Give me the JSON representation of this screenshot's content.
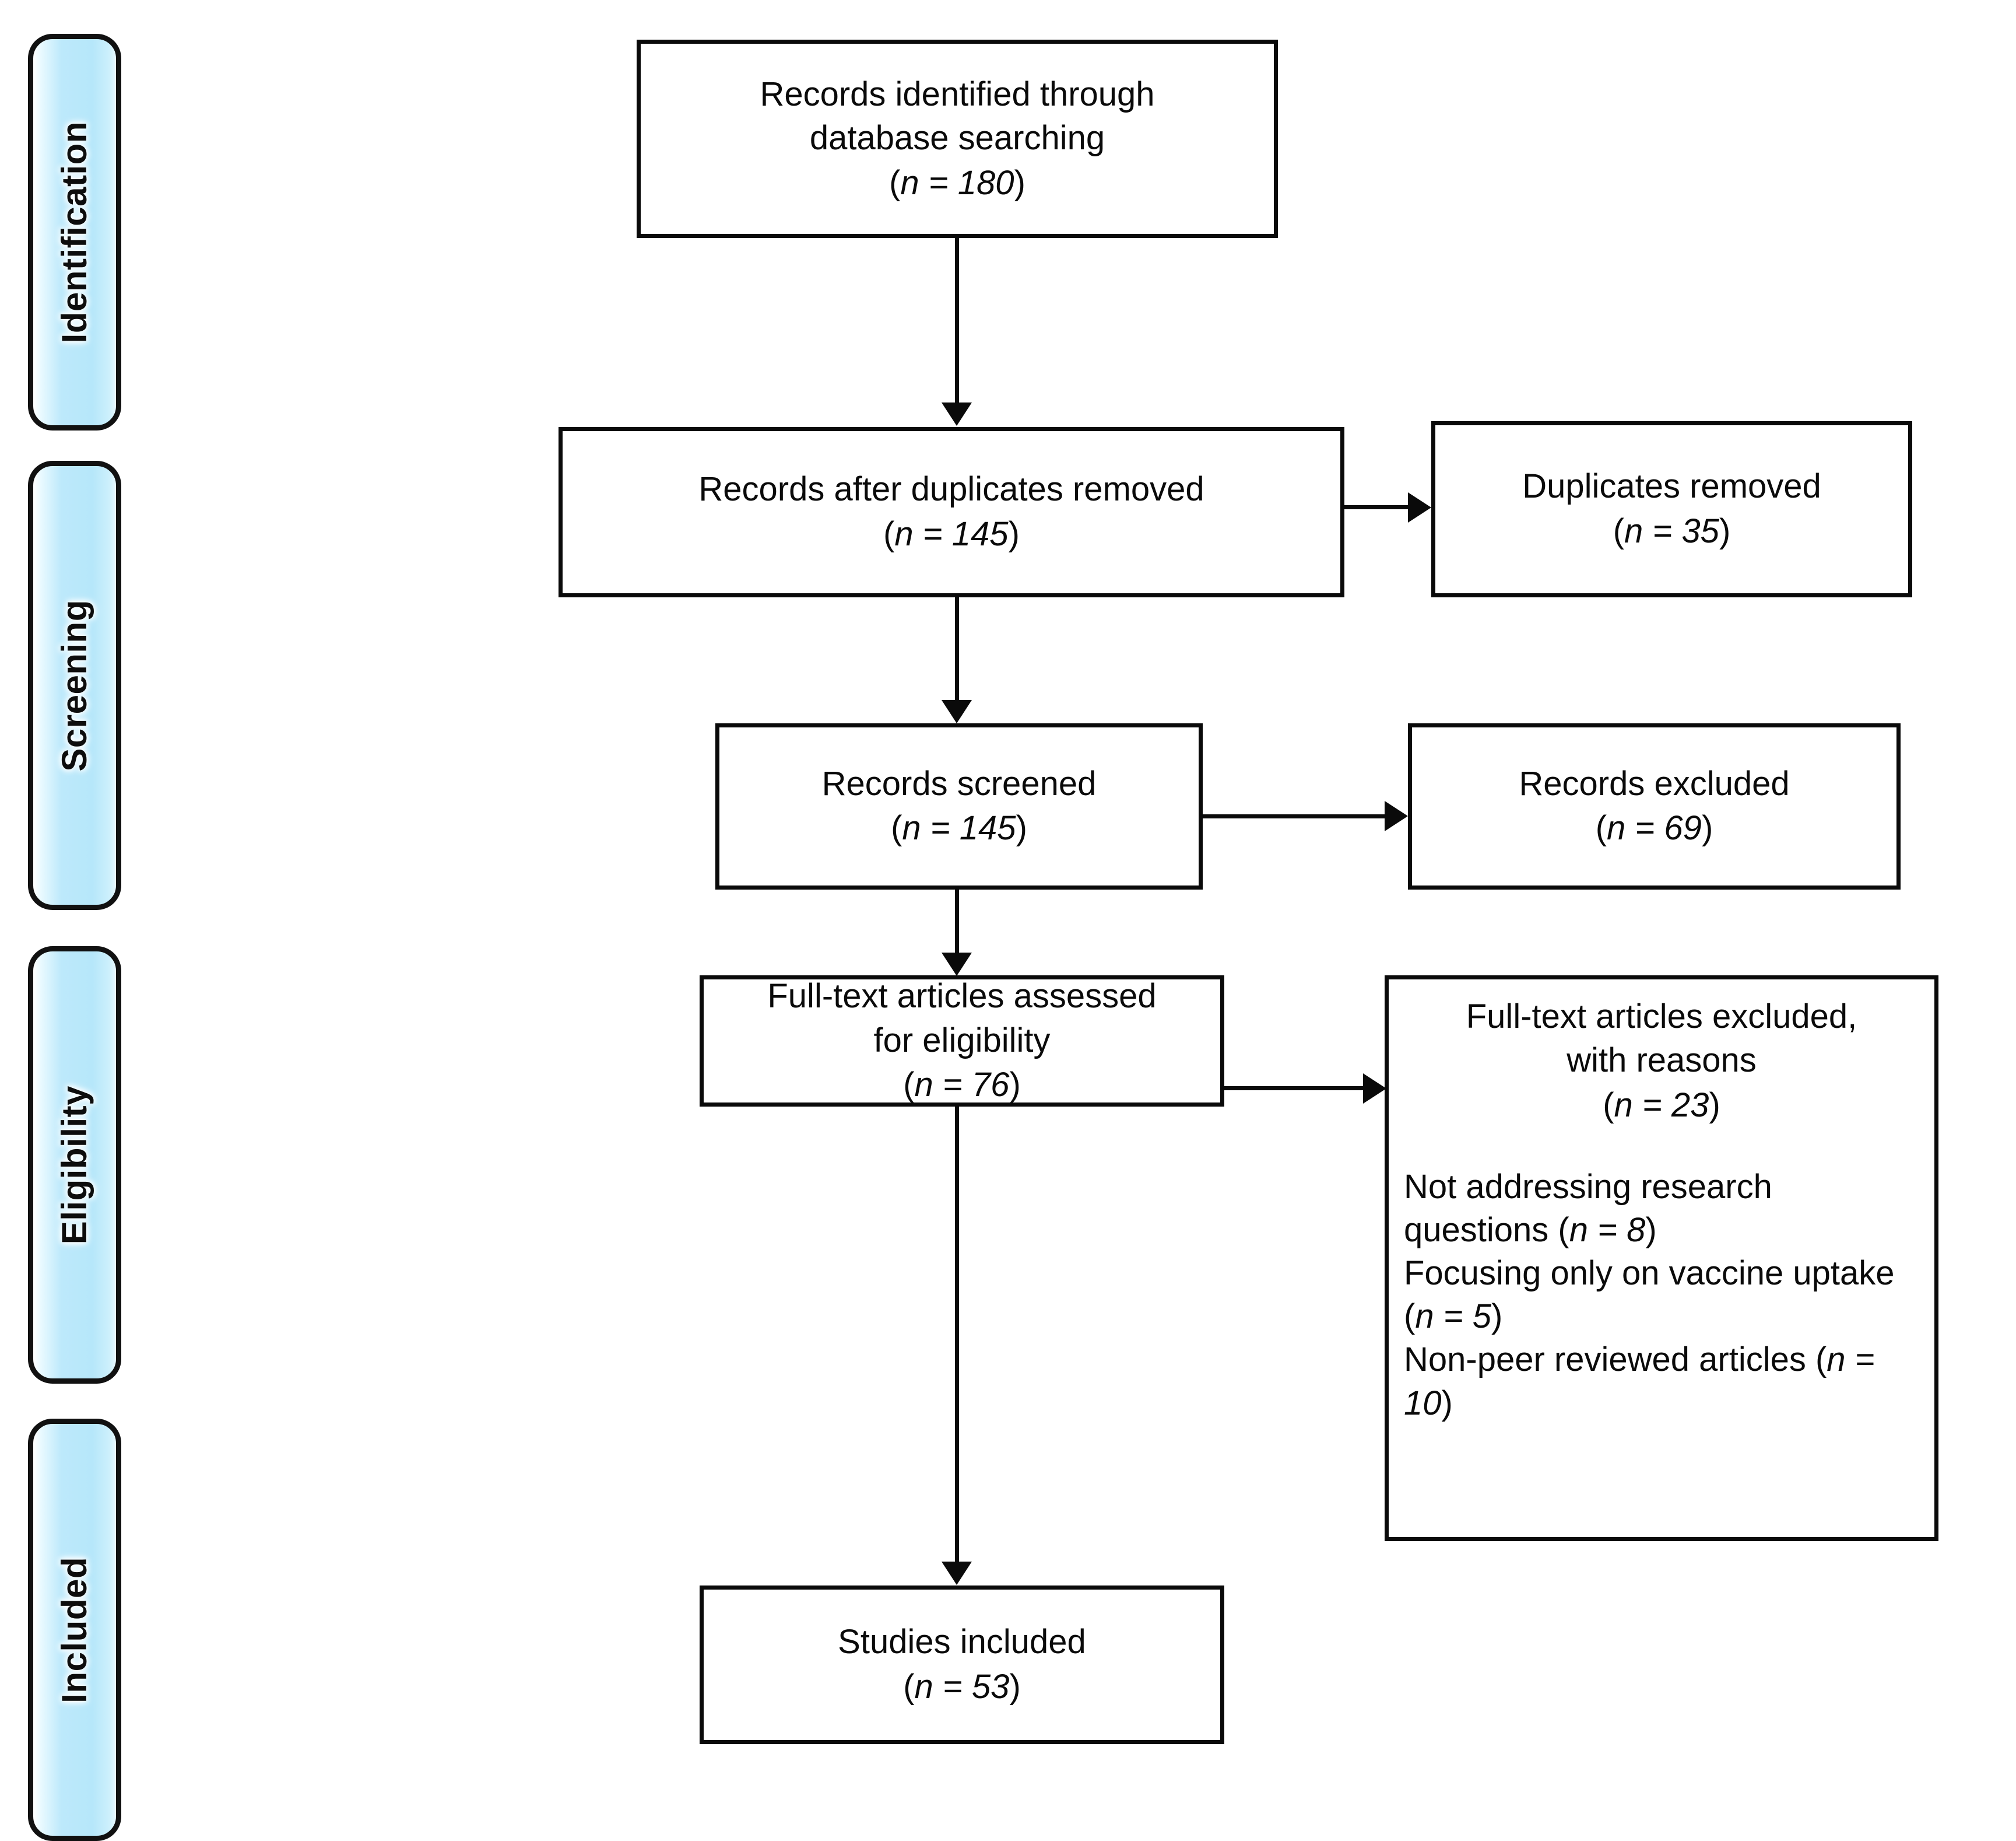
{
  "diagram": {
    "title": "PRISMA study selection flow diagram",
    "accent_color": "#b6e7fa",
    "line_color": "#0a0a0a"
  },
  "stages": [
    {
      "label": "Identification"
    },
    {
      "label": "Screening"
    },
    {
      "label": "Eligibility"
    },
    {
      "label": "Included"
    }
  ],
  "boxes": {
    "identified": {
      "line1": "Records identified through",
      "line2": "database searching",
      "n_prefix": "(",
      "n_symbol": "n",
      "n_eq": " = ",
      "n_value": "180",
      "n_suffix": ")"
    },
    "after_duplicates": {
      "line1": "Records after duplicates removed",
      "n_prefix": "(",
      "n_symbol": "n",
      "n_eq": " = ",
      "n_value": "145",
      "n_suffix": ")"
    },
    "duplicates_removed": {
      "line1": "Duplicates removed",
      "n_prefix": "(",
      "n_symbol": "n",
      "n_eq": " = ",
      "n_value": "35",
      "n_suffix": ")"
    },
    "screened": {
      "line1": "Records screened",
      "n_prefix": "(",
      "n_symbol": "n",
      "n_eq": " = ",
      "n_value": "145",
      "n_suffix": ")"
    },
    "excluded": {
      "line1": "Records excluded",
      "n_prefix": "(",
      "n_symbol": "n",
      "n_eq": " = ",
      "n_value": "69",
      "n_suffix": ")"
    },
    "fulltext_assessed": {
      "line1": "Full-text articles assessed",
      "line2": "for eligibility",
      "n_prefix": "(",
      "n_symbol": "n",
      "n_eq": " = ",
      "n_value": "76",
      "n_suffix": ")"
    },
    "fulltext_excluded": {
      "line1": "Full-text articles excluded,",
      "line2": "with reasons",
      "n_prefix": "(",
      "n_symbol": "n",
      "n_eq": " = ",
      "n_value": "23",
      "n_suffix": ")",
      "reasons": [
        {
          "text": "Not addressing research questions ",
          "n_prefix": "(",
          "n_symbol": "n",
          "n_eq": " = ",
          "n_value": "8",
          "n_suffix": ")"
        },
        {
          "text": "Focusing only on vaccine uptake ",
          "n_prefix": "(",
          "n_symbol": "n",
          "n_eq": " = ",
          "n_value": "5",
          "n_suffix": ")"
        },
        {
          "text": "Non-peer reviewed articles ",
          "n_prefix": "(",
          "n_symbol": "n",
          "n_eq": " = ",
          "n_value": "10",
          "n_suffix": ")"
        }
      ]
    },
    "studies_included": {
      "line1": "Studies included",
      "n_prefix": "(",
      "n_symbol": "n",
      "n_eq": " = ",
      "n_value": "53",
      "n_suffix": ")"
    }
  },
  "chart_data": {
    "type": "flow",
    "title": "PRISMA study selection flow diagram",
    "nodes": [
      {
        "id": "identified",
        "label": "Records identified through database searching",
        "n": 180,
        "stage": "Identification"
      },
      {
        "id": "after_duplicates",
        "label": "Records after duplicates removed",
        "n": 145,
        "stage": "Screening"
      },
      {
        "id": "duplicates_removed",
        "label": "Duplicates removed",
        "n": 35,
        "stage": "Screening"
      },
      {
        "id": "screened",
        "label": "Records screened",
        "n": 145,
        "stage": "Screening"
      },
      {
        "id": "excluded",
        "label": "Records excluded",
        "n": 69,
        "stage": "Screening"
      },
      {
        "id": "fulltext_assessed",
        "label": "Full-text articles assessed for eligibility",
        "n": 76,
        "stage": "Eligibility"
      },
      {
        "id": "fulltext_excluded",
        "label": "Full-text articles excluded, with reasons",
        "n": 23,
        "stage": "Eligibility"
      },
      {
        "id": "studies_included",
        "label": "Studies included",
        "n": 53,
        "stage": "Included"
      }
    ],
    "edges": [
      {
        "from": "identified",
        "to": "after_duplicates",
        "direction": "down"
      },
      {
        "from": "after_duplicates",
        "to": "duplicates_removed",
        "direction": "right"
      },
      {
        "from": "after_duplicates",
        "to": "screened",
        "direction": "down"
      },
      {
        "from": "screened",
        "to": "excluded",
        "direction": "right"
      },
      {
        "from": "screened",
        "to": "fulltext_assessed",
        "direction": "down"
      },
      {
        "from": "fulltext_assessed",
        "to": "fulltext_excluded",
        "direction": "right"
      },
      {
        "from": "fulltext_assessed",
        "to": "studies_included",
        "direction": "down"
      }
    ],
    "exclusion_reasons": [
      {
        "reason": "Not addressing research questions",
        "n": 8
      },
      {
        "reason": "Focusing only on vaccine uptake",
        "n": 5
      },
      {
        "reason": "Non-peer reviewed articles",
        "n": 10
      }
    ]
  }
}
